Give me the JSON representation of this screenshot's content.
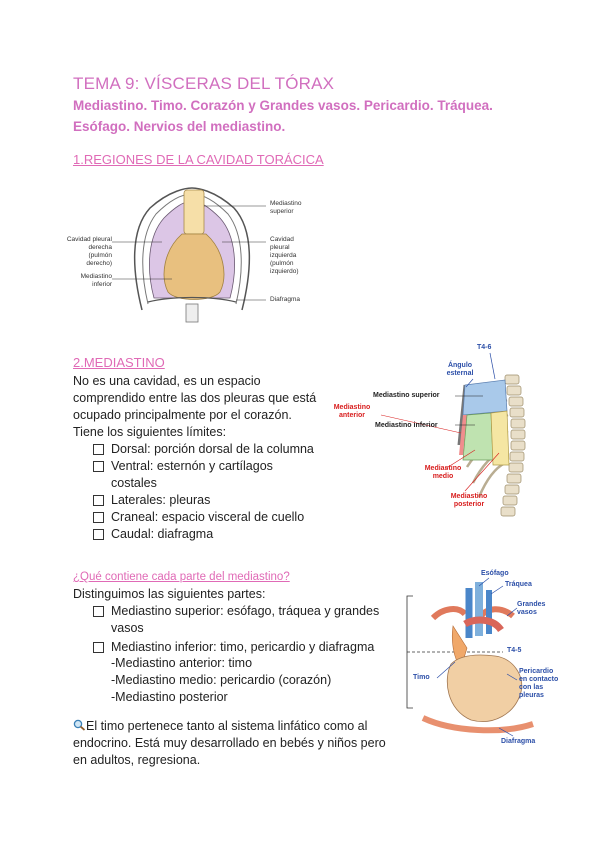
{
  "header": {
    "title": "TEMA 9: VÍSCERAS DEL TÓRAX",
    "subtitle": "Mediastino. Timo. Corazón y Grandes vasos. Pericardio. Tráquea. Esófago. Nervios del mediastino."
  },
  "section1": {
    "heading": "1.REGIONES DE LA CAVIDAD TORÁCICA",
    "figure_labels": {
      "mediastino_superior": "Mediastino superior",
      "cavidad_pleural_derecha": "Cavidad pleural derecha (pulmón derecho)",
      "cavidad_pleural_izquierda": "Cavidad pleural izquierda (pulmón izquierdo)",
      "mediastino_inferior": "Mediastino inferior",
      "diafragma": "Diafragma"
    }
  },
  "section2": {
    "heading": "2.MEDIASTINO",
    "intro": "No es una cavidad, es un espacio comprendido entre las dos pleuras que está ocupado principalmente por el corazón.",
    "limits_intro": "Tiene los siguientes límites:",
    "limits": [
      "Dorsal: porción dorsal de la columna",
      "Ventral: esternón y cartílagos costales",
      "Laterales: pleuras",
      "Craneal: espacio visceral de cuello",
      "Caudal: diafragma"
    ],
    "figure_labels": {
      "t46": "T4-6",
      "angulo_esternal": "Ángulo esternal",
      "mediastino_superior": "Mediastino superior",
      "mediastino_anterior": "Mediastino anterior",
      "mediastino_inferior": "Mediastino inferior",
      "mediastino_medio": "Mediastino medio",
      "mediastino_posterior": "Mediastino posterior"
    }
  },
  "section3": {
    "heading": "¿Qué contiene cada parte del mediastino?",
    "intro": "Distinguimos las siguientes partes:",
    "parts": [
      "Mediastino superior: esófago, tráquea y grandes vasos",
      "Mediastino inferior: timo, pericardio y diafragma"
    ],
    "sub_parts": [
      "-Mediastino anterior: timo",
      "-Mediastino medio: pericardio (corazón)",
      "-Mediastino posterior"
    ],
    "note_icon": "magnifier-icon",
    "note": "El timo pertenece tanto al sistema linfático como al endocrino. Está muy desarrollado en bebés y niños pero en adultos, regresiona.",
    "figure_labels": {
      "esofago": "Esófago",
      "traquea": "Tráquea",
      "grandes_vasos": "Grandes vasos",
      "t45": "T4-5",
      "timo": "Timo",
      "pericardio": "Pericardio en contacto con las pleuras",
      "diafragma": "Diafragma"
    }
  },
  "colors": {
    "heading_pink": "#d16fbf",
    "label_blue": "#2c4fa8",
    "label_red": "#d81e1e"
  }
}
